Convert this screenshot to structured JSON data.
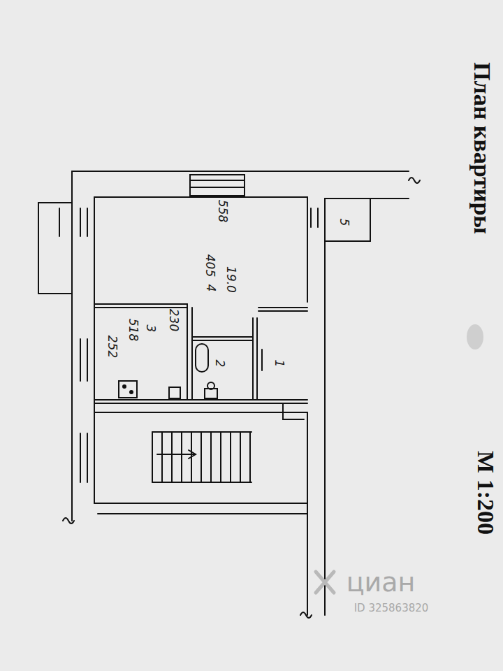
{
  "diagram": {
    "title": "План квартиры",
    "nodes": [
      {
        "text": [
          "558",
          "405",
          "4",
          "19.0"
        ]
      },
      {
        "text": [
          "230",
          "3",
          "518",
          "252"
        ]
      },
      {
        "text": [
          "2"
        ]
      },
      {
        "text": [
          "1"
        ]
      },
      {
        "text": [
          "5"
        ]
      }
    ],
    "labels": [
      "М 1:200",
      "циан",
      "ID 325863820"
    ]
  }
}
